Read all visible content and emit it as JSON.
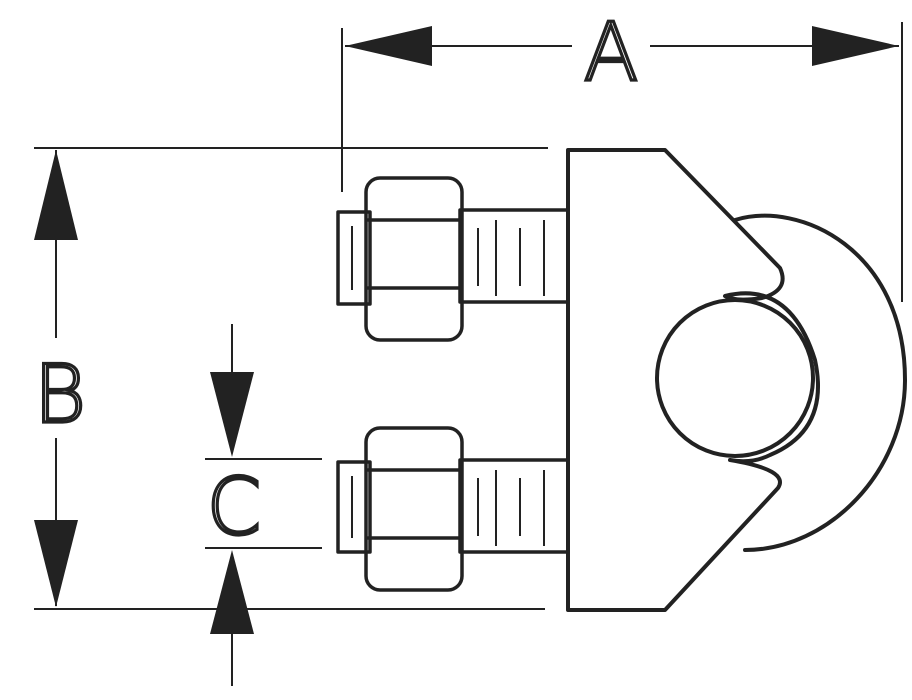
{
  "diagram": {
    "labels": {
      "dimension_a": "A",
      "dimension_b": "B",
      "dimension_c": "C"
    },
    "colors": {
      "ink": "#222222",
      "background": "#ffffff"
    }
  }
}
